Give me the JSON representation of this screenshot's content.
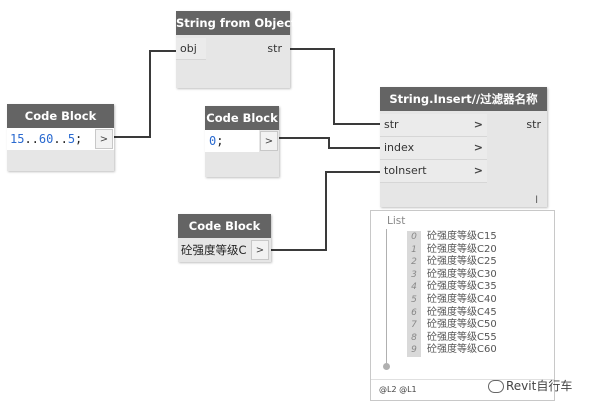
{
  "nodes": {
    "string_from_object": {
      "title": "String from Object",
      "input": "obj",
      "output": "str"
    },
    "code_block_1": {
      "title": "Code Block",
      "code_num1": "15",
      "code_dots1": "..",
      "code_num2": "60",
      "code_dots2": "..",
      "code_num3": "5",
      "code_semi": ";",
      "out_arrow": ">"
    },
    "code_block_2": {
      "title": "Code Block",
      "code_num": "0",
      "code_semi": ";",
      "out_arrow": ">"
    },
    "code_block_3": {
      "title": "Code Block",
      "code_text": "砼强度等级C",
      "out_arrow": ">"
    },
    "string_insert": {
      "title": "String.Insert//过滤器名称",
      "inputs": [
        "str",
        "index",
        "toInsert"
      ],
      "output": "str",
      "chevron": ">",
      "lacing_mark": "l"
    }
  },
  "watch": {
    "title": "List",
    "items": [
      {
        "index": "0",
        "value": "砼强度等级C15"
      },
      {
        "index": "1",
        "value": "砼强度等级C20"
      },
      {
        "index": "2",
        "value": "砼强度等级C25"
      },
      {
        "index": "3",
        "value": "砼强度等级C30"
      },
      {
        "index": "4",
        "value": "砼强度等级C35"
      },
      {
        "index": "5",
        "value": "砼强度等级C40"
      },
      {
        "index": "6",
        "value": "砼强度等级C45"
      },
      {
        "index": "7",
        "value": "砼强度等级C50"
      },
      {
        "index": "8",
        "value": "砼强度等级C55"
      },
      {
        "index": "9",
        "value": "砼强度等级C60"
      }
    ],
    "footer": "@L2 @L1"
  },
  "watermark": "Revit自行车",
  "colors": {
    "header": "#646464",
    "node_body": "#e6e6e6",
    "wire": "#3a3a3a",
    "code_number": "#2a6ad0"
  }
}
